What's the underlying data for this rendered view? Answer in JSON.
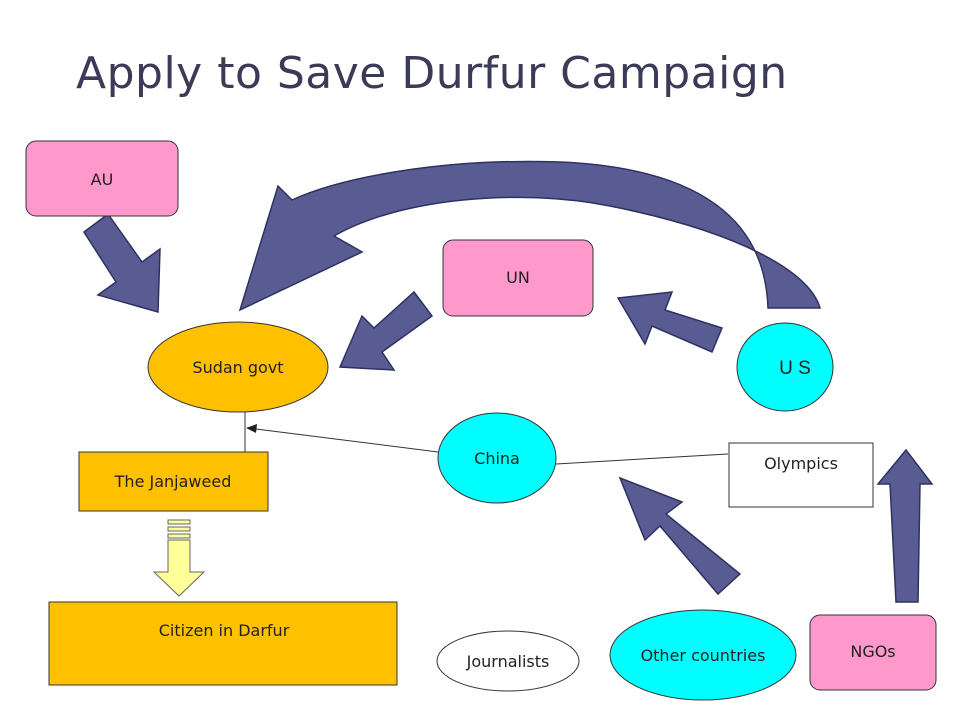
{
  "title": "Apply to Save Durfur Campaign",
  "nodes": {
    "au": {
      "label": "AU"
    },
    "un": {
      "label": "UN"
    },
    "sudan_govt": {
      "label": "Sudan govt"
    },
    "us": {
      "label": "U S"
    },
    "china": {
      "label": "China"
    },
    "olympics": {
      "label": "Olympics"
    },
    "janjaweed": {
      "label": "The Janjaweed"
    },
    "citizen": {
      "label": "Citizen in Darfur"
    },
    "journalists": {
      "label": "Journalists"
    },
    "other_countries": {
      "label": "Other countries"
    },
    "ngos": {
      "label": "NGOs"
    }
  },
  "colors": {
    "pink": "#ff99cc",
    "orange": "#ffc000",
    "cyan": "#00ffff",
    "arrow": "#585c92",
    "arrow_light": "#ffff99"
  }
}
